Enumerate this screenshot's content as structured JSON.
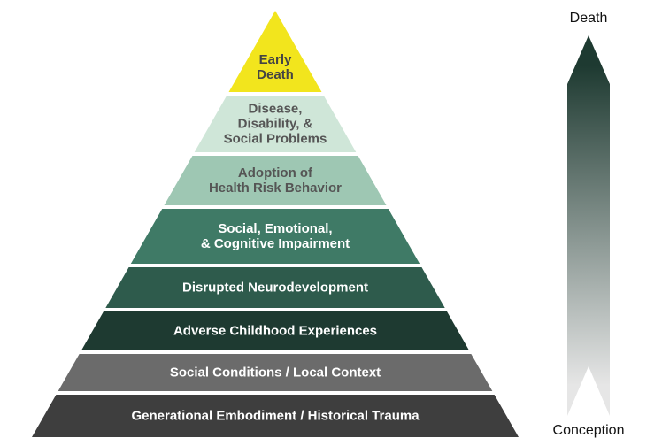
{
  "pyramid": {
    "tiers": [
      {
        "label": "Early\nDeath",
        "fill": "#f2e51d",
        "text": "#444444"
      },
      {
        "label": "Disease,\nDisability, &\nSocial Problems",
        "fill": "#cfe6d8",
        "text": "#555555"
      },
      {
        "label": "Adoption of\nHealth Risk Behavior",
        "fill": "#9ec7b3",
        "text": "#555555"
      },
      {
        "label": "Social, Emotional,\n& Cognitive Impairment",
        "fill": "#3f7a66",
        "text": "#ffffff"
      },
      {
        "label": "Disrupted Neurodevelopment",
        "fill": "#2e5b4c",
        "text": "#ffffff"
      },
      {
        "label": "Adverse Childhood Experiences",
        "fill": "#1e3a31",
        "text": "#ffffff"
      },
      {
        "label": "Social Conditions / Local Context",
        "fill": "#6b6b6b",
        "text": "#ffffff"
      },
      {
        "label": "Generational Embodiment / Historical Trauma",
        "fill": "#3e3e3e",
        "text": "#ffffff"
      }
    ]
  },
  "scale": {
    "top_label": "Death",
    "bottom_label": "Conception",
    "color_top": "#1e3a31",
    "color_bottom": "#e6e6e6"
  }
}
